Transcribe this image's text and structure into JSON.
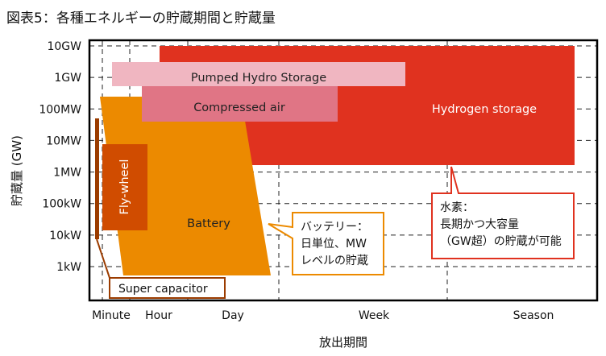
{
  "title": "図表5：各種エネルギーの貯蔵期間と貯蔵量",
  "chart_data": {
    "type": "range-blocks",
    "title": "図表5：各種エネルギーの貯蔵期間と貯蔵量",
    "xlabel": "放出期間",
    "ylabel": "貯蔵量 (GW)",
    "x_scale": "categorical-log",
    "y_scale": "log",
    "x_ticks": [
      "Minute",
      "Hour",
      "Day",
      "Week",
      "Season"
    ],
    "y_ticks": [
      "10GW",
      "1GW",
      "100MW",
      "10MW",
      "1MW",
      "100kW",
      "10kW",
      "1kW"
    ],
    "y_tick_values_W": [
      10000000000.0,
      1000000000.0,
      100000000.0,
      10000000.0,
      1000000.0,
      100000.0,
      10000.0,
      1000.0
    ],
    "grid": true,
    "series": [
      {
        "name": "Hydrogen storage",
        "color": "#e0321f",
        "text_color": "#ffffff",
        "x_range": [
          "~Hour+",
          "beyond Season"
        ],
        "y_range": [
          "~2MW",
          "~7GW"
        ]
      },
      {
        "name": "Pumped Hydro Storage",
        "color": "#f0b6c1",
        "text_color": "#222222",
        "x_range": [
          "~Minute",
          "~Week+"
        ],
        "y_range": [
          "~300MW",
          "~3GW"
        ]
      },
      {
        "name": "Compressed air",
        "color": "#e07585",
        "text_color": "#222222",
        "x_range": [
          "~Hour",
          "~Day+"
        ],
        "y_range": [
          "~40MW",
          "~300MW"
        ]
      },
      {
        "name": "Battery",
        "color": "#ec8a00",
        "text_color": "#222222",
        "x_range": [
          "Minute",
          "~Day"
        ],
        "y_range": [
          "~500W",
          "~200MW"
        ]
      },
      {
        "name": "Fly-wheel",
        "color": "#d04c00",
        "text_color": "#ffffff",
        "x_range": [
          "Minute",
          "~Hour"
        ],
        "y_range": [
          "~15kW",
          "~6MW"
        ]
      },
      {
        "name": "Super capacitor",
        "color": "#9b3c00",
        "text_color": "#222222",
        "x_range": [
          "<Minute",
          "<Minute"
        ],
        "y_range": [
          "~8kW",
          "~40MW"
        ]
      }
    ],
    "annotations": [
      {
        "target": "Battery",
        "border_color": "#ec8a00",
        "lines": [
          "バッテリー：",
          "日単位、MW",
          "レベルの貯蔵"
        ]
      },
      {
        "target": "Hydrogen storage",
        "border_color": "#e0321f",
        "lines": [
          "水素：",
          "長期かつ大容量",
          "（GW超）の貯蔵が可能"
        ]
      },
      {
        "target": "Super capacitor",
        "border_color": "#9b3c00",
        "lines": [
          "Super capacitor"
        ]
      }
    ]
  }
}
